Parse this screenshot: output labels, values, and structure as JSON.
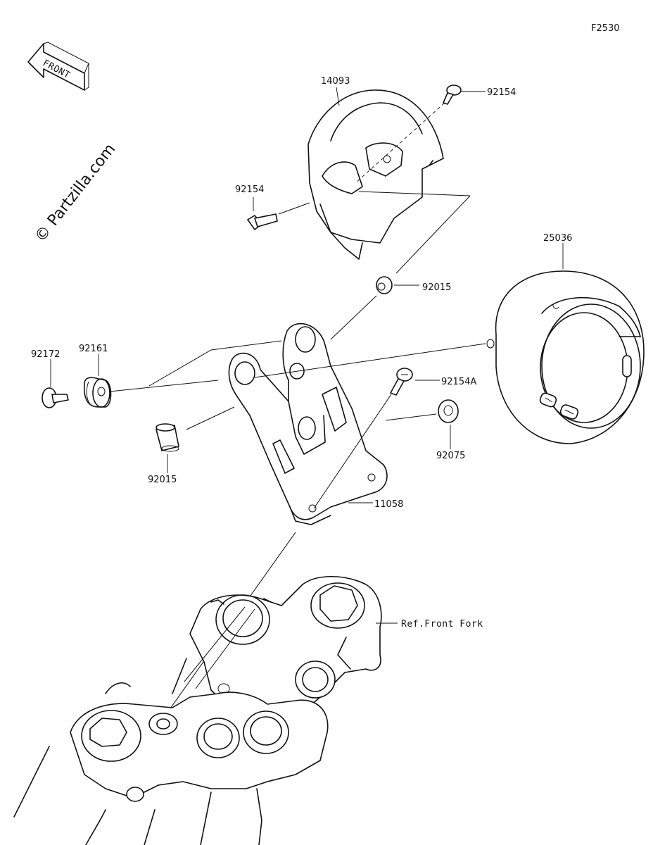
{
  "figure_code": "F2530",
  "front_arrow_text": "FRONT",
  "watermark": "© Partzilla.com",
  "callouts": {
    "p14093": "14093",
    "p92154_top": "92154",
    "p92154_left": "92154",
    "p25036": "25036",
    "p92015_top": "92015",
    "p92172": "92172",
    "p92161": "92161",
    "p92154A": "92154A",
    "p92075": "92075",
    "p92015_bottom": "92015",
    "p11058": "11058",
    "ref_front_fork": "Ref.Front Fork"
  }
}
